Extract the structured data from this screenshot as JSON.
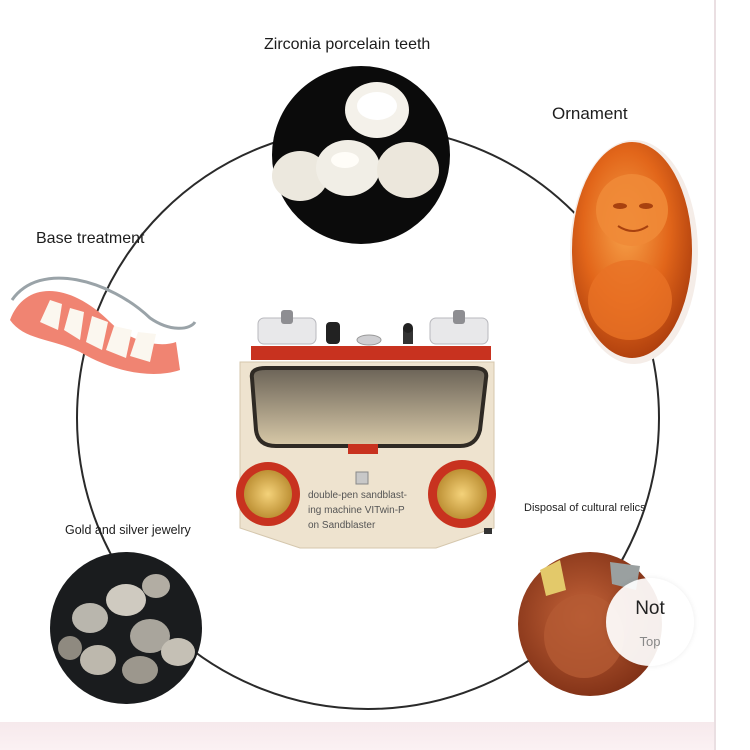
{
  "labels": {
    "zirconia": "Zirconia porcelain teeth",
    "ornament": "Ornament",
    "base": "Base treatment",
    "gold": "Gold and silver jewelry",
    "disposal": "Disposal of cultural relics"
  },
  "machine_caption": "double-pen sandblast-ing machine VITwin-P on Sandblaster",
  "badge": {
    "line1": "Not",
    "line2": "Top"
  },
  "colors": {
    "accent_red": "#c8321f",
    "machine_body": "#eee3cf",
    "amber": "#e2661a"
  }
}
